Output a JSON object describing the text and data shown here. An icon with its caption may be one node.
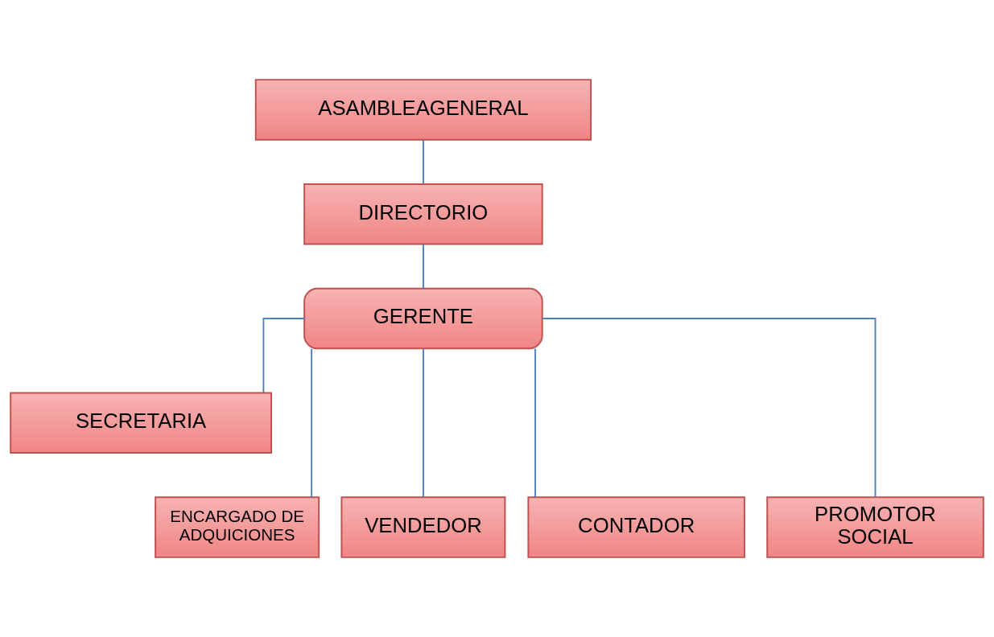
{
  "diagram": {
    "nodes": [
      {
        "text": [
          "ASAMBLEAGENERAL"
        ]
      },
      {
        "text": [
          "DIRECTORIO"
        ]
      },
      {
        "text": [
          "GERENTE"
        ]
      },
      {
        "text": [
          "SECRETARIA"
        ]
      },
      {
        "text": [
          "ENCARGADO DE ADQUICIONES"
        ]
      },
      {
        "text": [
          "VENDEDOR"
        ]
      },
      {
        "text": [
          "CONTADOR"
        ]
      },
      {
        "text": [
          "PROMOTOR SOCIAL"
        ]
      }
    ],
    "edges": [
      {
        "from": 0,
        "to": 1,
        "arrow": "none"
      },
      {
        "from": 1,
        "to": 2,
        "arrow": "none"
      },
      {
        "from": 2,
        "to": 3,
        "arrow": "none"
      },
      {
        "from": 2,
        "to": 4,
        "arrow": "none"
      },
      {
        "from": 2,
        "to": 5,
        "arrow": "none"
      },
      {
        "from": 2,
        "to": 6,
        "arrow": "none"
      },
      {
        "from": 2,
        "to": 7,
        "arrow": "none"
      }
    ]
  }
}
